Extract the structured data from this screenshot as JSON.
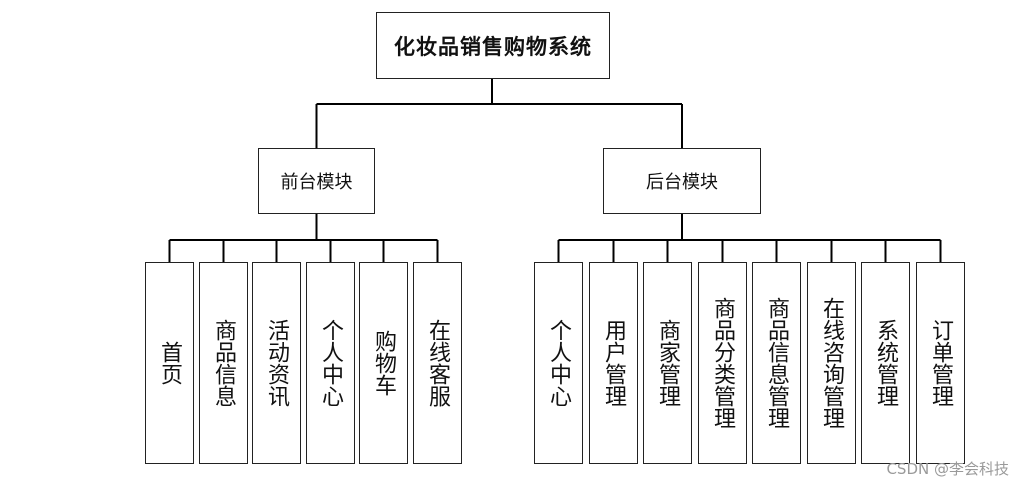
{
  "diagram": {
    "root": {
      "label": "化妆品销售购物系统"
    },
    "modules": [
      {
        "label": "前台模块",
        "children": [
          "首页",
          "商品信息",
          "活动资讯",
          "个人中心",
          "购物车",
          "在线客服"
        ]
      },
      {
        "label": "后台模块",
        "children": [
          "个人中心",
          "用户管理",
          "商家管理",
          "商品分类管理",
          "商品信息管理",
          "在线咨询管理",
          "系统管理",
          "订单管理"
        ]
      }
    ]
  },
  "watermark": "CSDN @李会科技",
  "colors": {
    "line": "#000000",
    "border": "#222222",
    "background": "#ffffff"
  }
}
